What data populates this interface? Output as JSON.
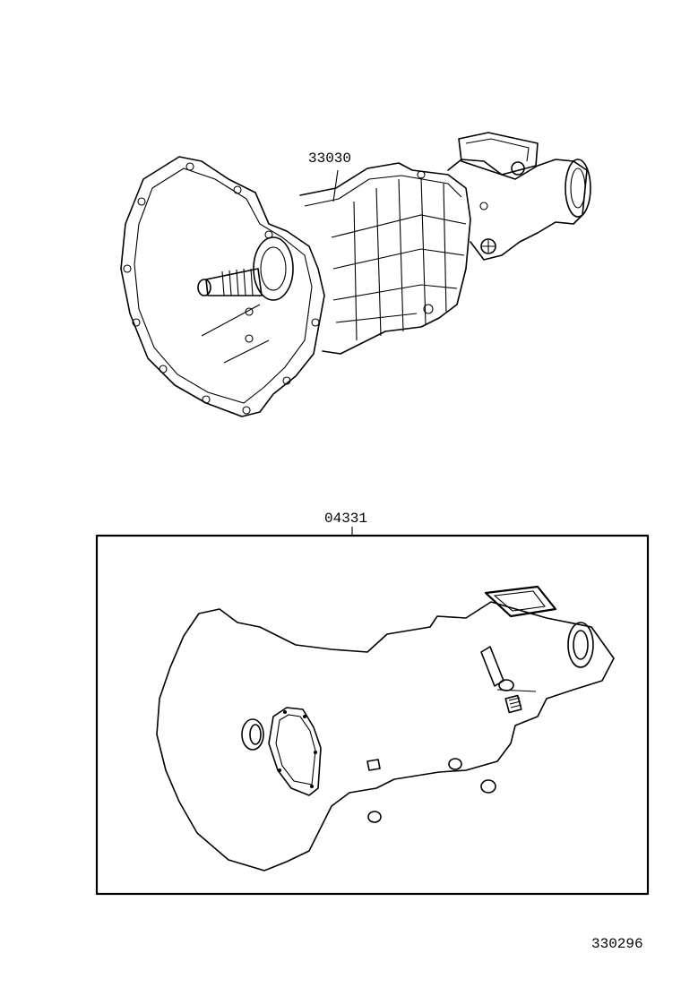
{
  "diagram": {
    "part_labels": {
      "transmission_assembly": "33030",
      "gasket_kit": "04331"
    },
    "figure_number": "330296"
  }
}
